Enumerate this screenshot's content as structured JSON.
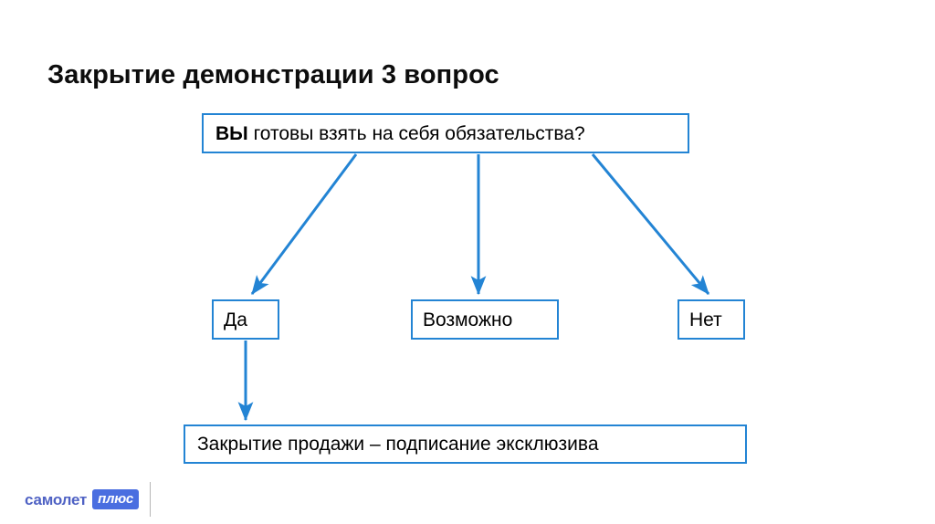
{
  "slide": {
    "title": {
      "before": "Закрытие демонстрации ",
      "emphasis": "3",
      "after": " вопрос"
    },
    "background_color": "#FFFFFF",
    "accent_color": "#2384D4"
  },
  "diagram": {
    "type": "flowchart",
    "question": {
      "emphasis": "ВЫ",
      "rest": " готовы взять на себя обязательства?"
    },
    "options": [
      {
        "id": "yes",
        "label": "Да"
      },
      {
        "id": "maybe",
        "label": "Возможно"
      },
      {
        "id": "no",
        "label": "Нет"
      }
    ],
    "outcome": {
      "label": "Закрытие продажи – подписание эксклюзива"
    },
    "connectors": [
      {
        "from": "question",
        "to": "yes",
        "style": "diagonal-arrow"
      },
      {
        "from": "question",
        "to": "maybe",
        "style": "vertical-arrow"
      },
      {
        "from": "question",
        "to": "no",
        "style": "diagonal-arrow"
      },
      {
        "from": "yes",
        "to": "outcome",
        "style": "vertical-arrow"
      }
    ]
  },
  "footer": {
    "logo": {
      "word": "самолет",
      "badge": "плюс",
      "word_color": "#4F62C4",
      "badge_color": "#4A6EE0"
    }
  }
}
